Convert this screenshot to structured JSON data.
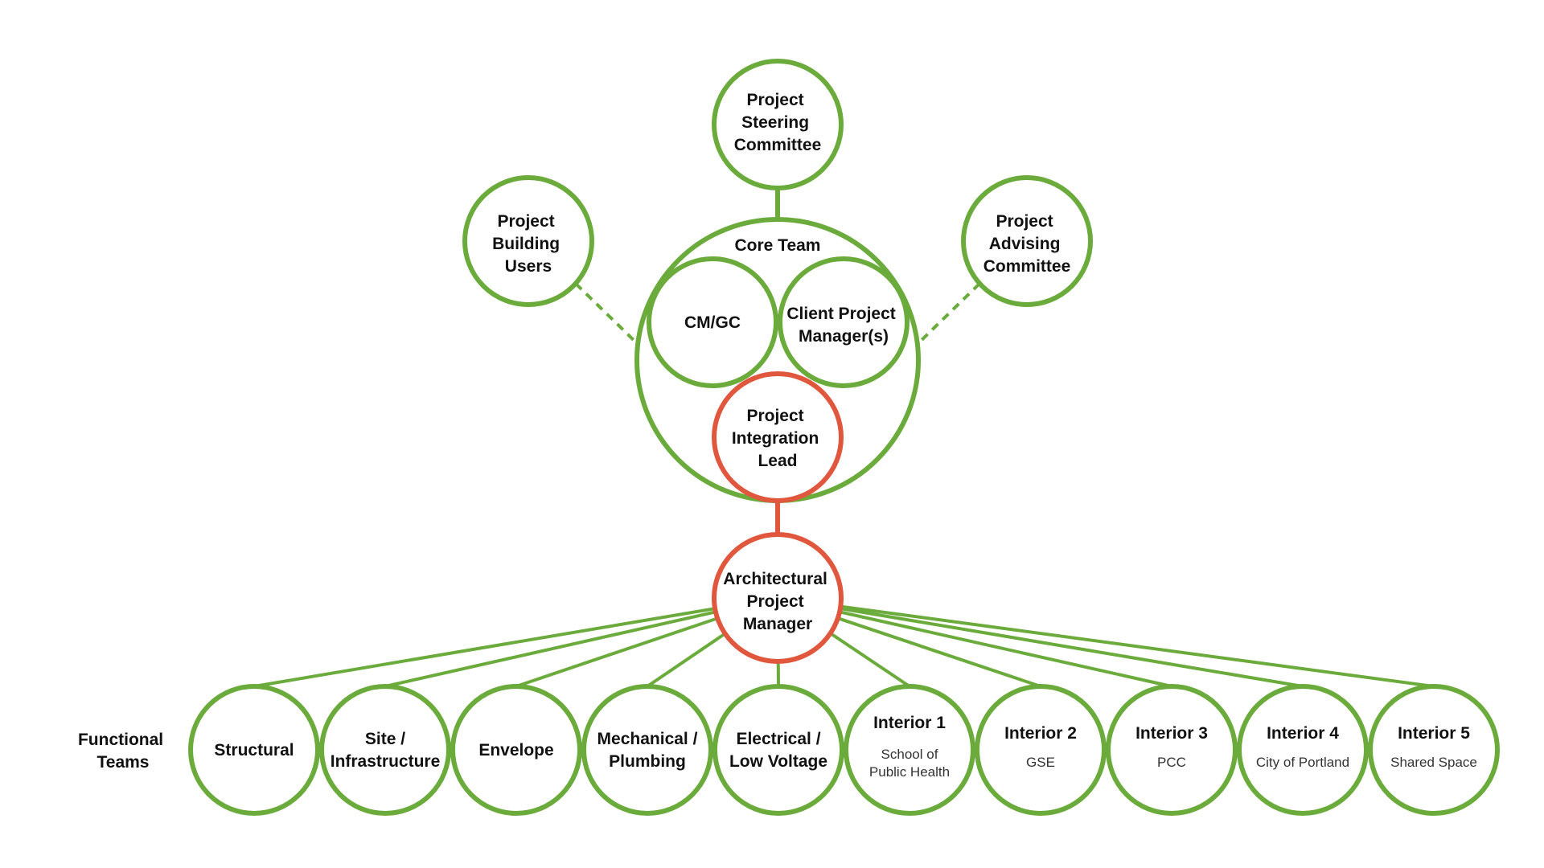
{
  "colors": {
    "green": "#6aab3c",
    "red": "#e0573d",
    "text": "#111111"
  },
  "nodes": {
    "steering": {
      "lines": [
        "Project",
        "Steering",
        "Committee"
      ]
    },
    "building_users": {
      "lines": [
        "Project",
        "Building",
        "Users"
      ]
    },
    "advising": {
      "lines": [
        "Project",
        "Advising",
        "Committee"
      ]
    },
    "core_team": {
      "label": "Core Team"
    },
    "cmgc": {
      "lines": [
        "CM/GC"
      ]
    },
    "client_pm": {
      "lines": [
        "Client Project",
        "Manager(s)"
      ]
    },
    "integration_lead": {
      "lines": [
        "Project",
        "Integration",
        "Lead"
      ]
    },
    "arch_pm": {
      "lines": [
        "Architectural",
        "Project",
        "Manager"
      ]
    }
  },
  "functional_teams": {
    "label": [
      "Functional",
      "Teams"
    ],
    "teams": [
      {
        "id": "structural",
        "lines": [
          "Structural"
        ],
        "sub": []
      },
      {
        "id": "site",
        "lines": [
          "Site /",
          "Infrastructure"
        ],
        "sub": []
      },
      {
        "id": "envelope",
        "lines": [
          "Envelope"
        ],
        "sub": []
      },
      {
        "id": "mechanical",
        "lines": [
          "Mechanical /",
          "Plumbing"
        ],
        "sub": []
      },
      {
        "id": "electrical",
        "lines": [
          "Electrical /",
          "Low Voltage"
        ],
        "sub": []
      },
      {
        "id": "interior-1",
        "lines": [
          "Interior 1"
        ],
        "sub": [
          "School of",
          "Public Health"
        ]
      },
      {
        "id": "interior-2",
        "lines": [
          "Interior 2"
        ],
        "sub": [
          "GSE"
        ]
      },
      {
        "id": "interior-3",
        "lines": [
          "Interior 3"
        ],
        "sub": [
          "PCC"
        ]
      },
      {
        "id": "interior-4",
        "lines": [
          "Interior 4"
        ],
        "sub": [
          "City of Portland"
        ]
      },
      {
        "id": "interior-5",
        "lines": [
          "Interior 5"
        ],
        "sub": [
          "Shared Space"
        ]
      }
    ]
  }
}
